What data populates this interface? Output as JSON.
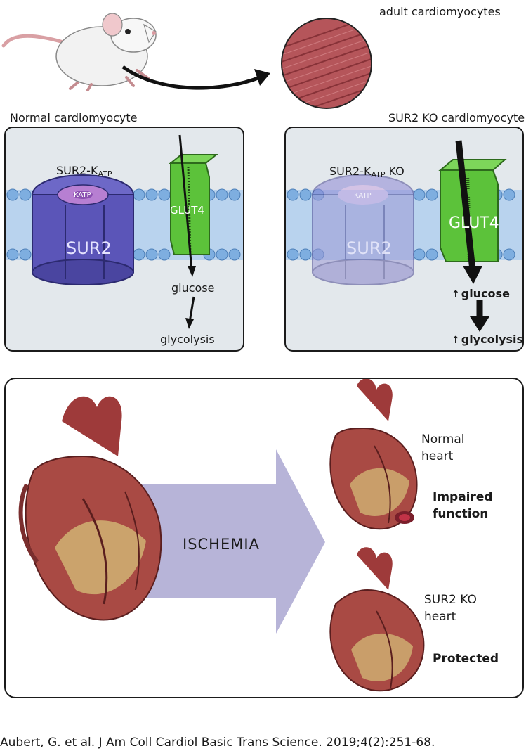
{
  "top": {
    "cells_label": "adult cardiomyocytes"
  },
  "left_panel": {
    "title": "Normal cardiomyocyte",
    "channel_label_main": "SUR2-K",
    "channel_label_sub": "ATP",
    "channel_name": "SUR2",
    "pore_label": "KATP",
    "transporter": "GLUT4",
    "step1": "glucose",
    "step2": "glycolysis"
  },
  "right_panel": {
    "title": "SUR2 KO cardiomyocyte",
    "channel_label_main": "SUR2-K",
    "channel_label_sub": "ATP",
    "channel_label_suffix": " KO",
    "channel_name": "SUR2",
    "pore_label": "KATP",
    "transporter": "GLUT4",
    "step1": "glucose",
    "step2": "glycolysis",
    "up_arrow": "↑"
  },
  "bottom": {
    "arrow_label": "ISCHEMIA",
    "normal_heart": "Normal heart",
    "normal_outcome": "Impaired function",
    "ko_heart": "SUR2 KO heart",
    "ko_outcome": "Protected"
  },
  "citation": "Aubert, G. et al. J Am Coll Cardiol Basic Trans Science. 2019;4(2):251-68.",
  "colors": {
    "sur2": "#5b55b8",
    "sur2_ko": "#9d9ad6",
    "glut4": "#5cc23a",
    "membrane": "#8fb8e3",
    "panel_bg": "#e3e8ec",
    "arrow": "#b7b4d8",
    "heart": "#a94a44"
  }
}
